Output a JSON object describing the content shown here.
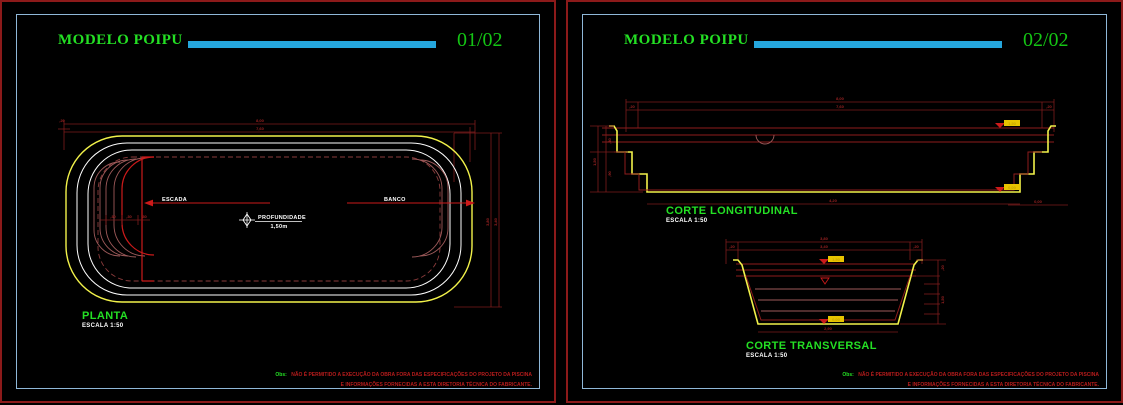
{
  "drawing": {
    "model_name": "MODELO POIPU",
    "colors": {
      "frame": "#8c1a1a",
      "inner_frame": "#8fb8d8",
      "title_green": "#24e024",
      "title_bar_blue": "#25a6dd",
      "pool_outer_yellow": "#f2f24a",
      "pool_white": "#ffffff",
      "dim_red": "#9b2222",
      "detail_red": "#cc1a1a",
      "background": "#000000"
    }
  },
  "sheets": [
    {
      "id": "sheet-01",
      "title": "MODELO POIPU",
      "page": "01/02",
      "views": [
        {
          "name": "planta",
          "caption": "PLANTA",
          "scale": "ESCALA 1:50",
          "labels": {
            "stair": "ESCADA",
            "bench": "BANCO",
            "depth_title": "PROFUNDIDADE",
            "depth_value": "1,50m"
          },
          "dimensions": {
            "overall_width": "8,00",
            "inner_width": "7,60",
            "edge_left": ",20",
            "edge_right": ",20",
            "overall_height": "3,80",
            "inner_height": "3,40",
            "step_1": ",30",
            "step_2": ",30",
            "step_3": ",30"
          }
        }
      ],
      "note": {
        "tag": "Obs:",
        "line1": "NÃO É PERMITIDO A EXECUÇÃO DA OBRA FORA DAS ESPECIFICAÇÕES DO PROJETO DA PISCINA",
        "line2": "E INFORMAÇÕES FORNECIDAS A ESTA DIRETORIA TÉCNICA DO FABRICANTE."
      }
    },
    {
      "id": "sheet-02",
      "title": "MODELO POIPU",
      "page": "02/02",
      "views": [
        {
          "name": "corte-longitudinal",
          "caption": "CORTE LONGITUDINAL",
          "scale": "ESCALA 1:50",
          "dimensions": {
            "overall": "8,00",
            "inner": "7,60",
            "edge": ",20",
            "edge_right": ",20",
            "level_top": "1,50",
            "level_bottom": "0,00",
            "depth_total": "1,50",
            "depth_upper": ",40",
            "depth_lower": ",90",
            "flat_run": "4,20",
            "ground": "0,00"
          }
        },
        {
          "name": "corte-transversal",
          "caption": "CORTE TRANSVERSAL",
          "scale": "ESCALA 1:50",
          "dimensions": {
            "overall": "3,80",
            "inner": "3,40",
            "edge_left": ",20",
            "edge_right": ",20",
            "bottom": "2,90",
            "level_top": "1,50",
            "level_bottom": "0,00",
            "height": "1,50",
            "free": ",20"
          }
        }
      ],
      "note": {
        "tag": "Obs:",
        "line1": "NÃO É PERMITIDO A EXECUÇÃO DA OBRA FORA DAS ESPECIFICAÇÕES DO PROJETO DA PISCINA",
        "line2": "E INFORMAÇÕES FORNECIDAS A ESTA DIRETORIA TÉCNICA DO FABRICANTE."
      }
    }
  ]
}
